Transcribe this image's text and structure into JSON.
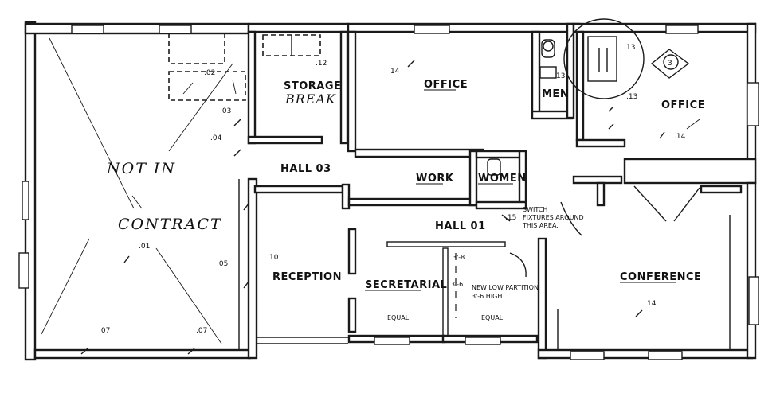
{
  "rooms": {
    "storage": "STORAGE",
    "break": "BREAK",
    "office_left": "OFFICE",
    "men": "MEN",
    "office_right": "OFFICE",
    "hall03": "HALL 03",
    "work": "WORK",
    "women": "WOMEN",
    "hall01": "HALL 01",
    "reception": "RECEPTION",
    "secretarial": "SECRETARIAL",
    "conference": "CONFERENCE"
  },
  "annotations": {
    "not_in": "NOT IN",
    "contract": "CONTRACT",
    "switch1": "SWITCH",
    "switch2": "FIXTURES AROUND",
    "switch3": "THIS AREA.",
    "partition1": "NEW LOW PARTITION",
    "partition2": "3'-6 HIGH",
    "equal_left": "EQUAL",
    "equal_right": "EQUAL",
    "partition_dim": "3'-8",
    "partition_dim2": "3'-6"
  },
  "tags": {
    "t01": ".01",
    "t02": ".02",
    "t03": ".03",
    "t04": ".04",
    "t05": ".05",
    "t07a": ".07",
    "t07b": ".07",
    "t12": ".12",
    "t13a": "13",
    "t13b": "13",
    "t13c": ".13",
    "t14a": "14",
    "t14b": ".14",
    "t14c": "14",
    "t15": ".15",
    "t10": "10",
    "t3": "3"
  }
}
